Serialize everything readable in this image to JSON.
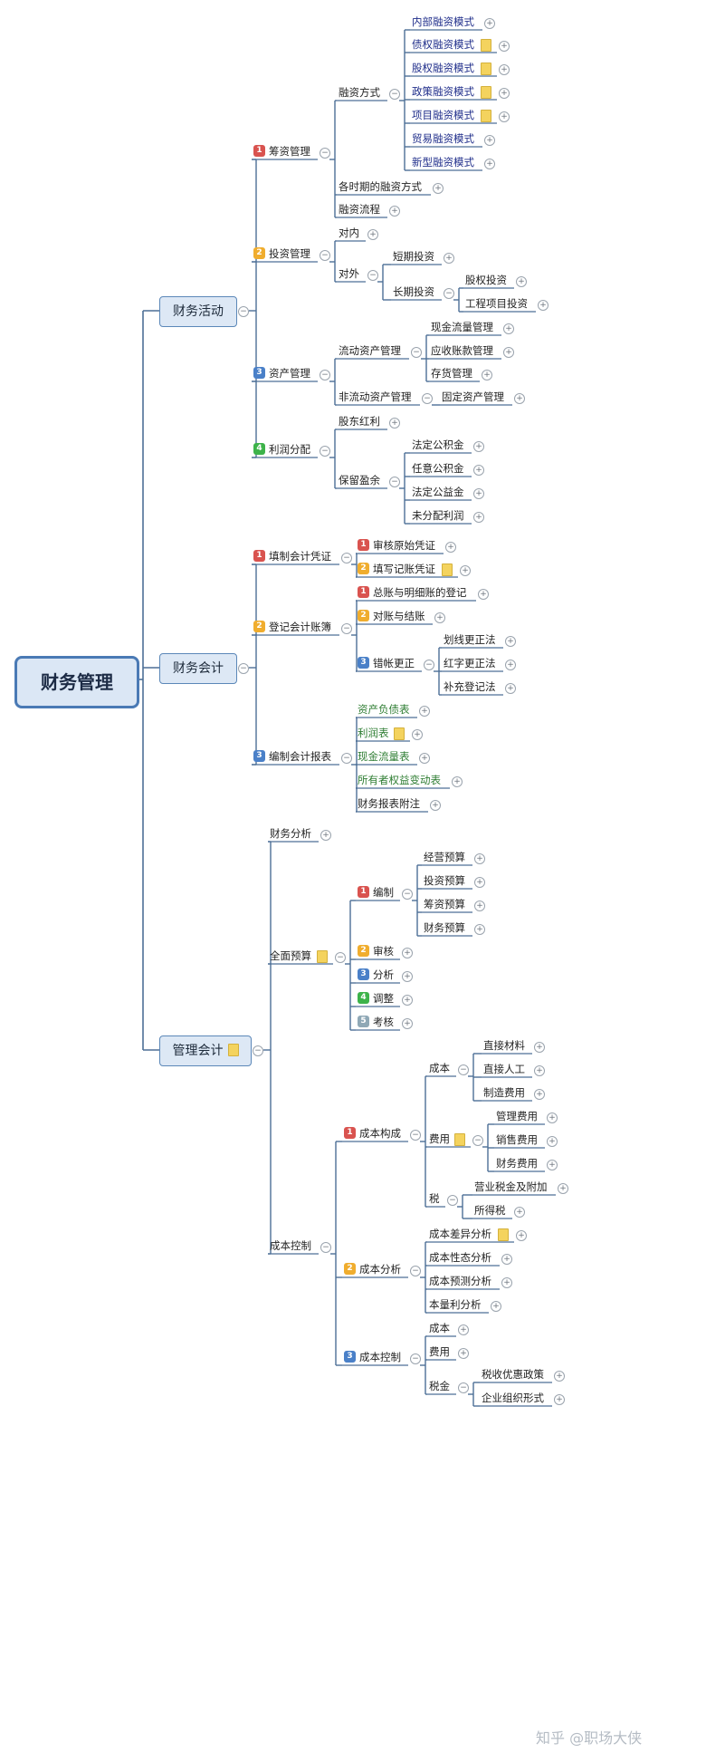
{
  "root": {
    "label": "财务管理"
  },
  "branches": [
    {
      "label": "财务活动",
      "children": [
        {
          "badge": "1",
          "label": "筹资管理",
          "children": [
            {
              "label": "融资方式",
              "children": [
                {
                  "label": "内部融资模式"
                },
                {
                  "label": "债权融资模式",
                  "note": true
                },
                {
                  "label": "股权融资模式",
                  "note": true
                },
                {
                  "label": "政策融资模式",
                  "note": true
                },
                {
                  "label": "项目融资模式",
                  "note": true
                },
                {
                  "label": "贸易融资模式"
                },
                {
                  "label": "新型融资模式"
                }
              ]
            },
            {
              "label": "各时期的融资方式"
            },
            {
              "label": "融资流程"
            }
          ]
        },
        {
          "badge": "2",
          "label": "投资管理",
          "children": [
            {
              "label": "对内"
            },
            {
              "label": "对外",
              "children": [
                {
                  "label": "短期投资"
                },
                {
                  "label": "长期投资",
                  "children": [
                    {
                      "label": "股权投资"
                    },
                    {
                      "label": "工程项目投资"
                    }
                  ]
                }
              ]
            }
          ]
        },
        {
          "badge": "3",
          "label": "资产管理",
          "children": [
            {
              "label": "流动资产管理",
              "children": [
                {
                  "label": "现金流量管理"
                },
                {
                  "label": "应收账款管理"
                },
                {
                  "label": "存货管理"
                }
              ]
            },
            {
              "label": "非流动资产管理",
              "children": [
                {
                  "label": "固定资产管理"
                }
              ]
            }
          ]
        },
        {
          "badge": "4",
          "label": "利润分配",
          "children": [
            {
              "label": "股东红利"
            },
            {
              "label": "保留盈余",
              "children": [
                {
                  "label": "法定公积金"
                },
                {
                  "label": "任意公积金"
                },
                {
                  "label": "法定公益金"
                },
                {
                  "label": "未分配利润"
                }
              ]
            }
          ]
        }
      ]
    },
    {
      "label": "财务会计",
      "children": [
        {
          "badge": "1",
          "label": "填制会计凭证",
          "children": [
            {
              "badge": "1",
              "label": "审核原始凭证"
            },
            {
              "badge": "2",
              "label": "填写记账凭证",
              "note": true
            }
          ]
        },
        {
          "badge": "2",
          "label": "登记会计账簿",
          "children": [
            {
              "badge": "1",
              "label": "总账与明细账的登记"
            },
            {
              "badge": "2",
              "label": "对账与结账"
            },
            {
              "badge": "3",
              "label": "错帐更正",
              "children": [
                {
                  "label": "划线更正法"
                },
                {
                  "label": "红字更正法"
                },
                {
                  "label": "补充登记法"
                }
              ]
            }
          ]
        },
        {
          "badge": "3",
          "label": "编制会计报表",
          "children": [
            {
              "label": "资产负债表"
            },
            {
              "label": "利润表",
              "note": true
            },
            {
              "label": "现金流量表"
            },
            {
              "label": "所有者权益变动表"
            },
            {
              "label": "财务报表附注"
            }
          ]
        }
      ]
    },
    {
      "label": "管理会计",
      "note": true,
      "children": [
        {
          "label": "财务分析"
        },
        {
          "label": "全面预算",
          "note": true,
          "children": [
            {
              "badge": "1",
              "label": "编制",
              "children": [
                {
                  "label": "经营预算"
                },
                {
                  "label": "投资预算"
                },
                {
                  "label": "筹资预算"
                },
                {
                  "label": "财务预算"
                }
              ]
            },
            {
              "badge": "2",
              "label": "审核"
            },
            {
              "badge": "3",
              "label": "分析"
            },
            {
              "badge": "4",
              "label": "调整"
            },
            {
              "badge": "5",
              "label": "考核"
            }
          ]
        },
        {
          "label": "成本控制",
          "children": [
            {
              "badge": "1",
              "label": "成本构成",
              "children": [
                {
                  "label": "成本",
                  "children": [
                    {
                      "label": "直接材料"
                    },
                    {
                      "label": "直接人工"
                    },
                    {
                      "label": "制造费用"
                    }
                  ]
                },
                {
                  "label": "费用",
                  "note": true,
                  "children": [
                    {
                      "label": "管理费用"
                    },
                    {
                      "label": "销售费用"
                    },
                    {
                      "label": "财务费用"
                    }
                  ]
                },
                {
                  "label": "税",
                  "children": [
                    {
                      "label": "营业税金及附加"
                    },
                    {
                      "label": "所得税"
                    }
                  ]
                }
              ]
            },
            {
              "badge": "2",
              "label": "成本分析",
              "children": [
                {
                  "label": "成本差异分析",
                  "note": true
                },
                {
                  "label": "成本性态分析"
                },
                {
                  "label": "成本预测分析"
                },
                {
                  "label": "本量利分析"
                }
              ]
            },
            {
              "badge": "3",
              "label": "成本控制",
              "children": [
                {
                  "label": "成本"
                },
                {
                  "label": "费用"
                },
                {
                  "label": "税金",
                  "children": [
                    {
                      "label": "税收优惠政策"
                    },
                    {
                      "label": "企业组织形式"
                    }
                  ]
                }
              ]
            }
          ]
        }
      ]
    }
  ],
  "watermark": "知乎 @职场大侠",
  "badge_colors": {
    "1": "#d9534f",
    "2": "#f0ad2e",
    "3": "#4a80c8",
    "4": "#3db34a",
    "5": "#8fa8b6"
  },
  "line_color": "#4d6f96"
}
